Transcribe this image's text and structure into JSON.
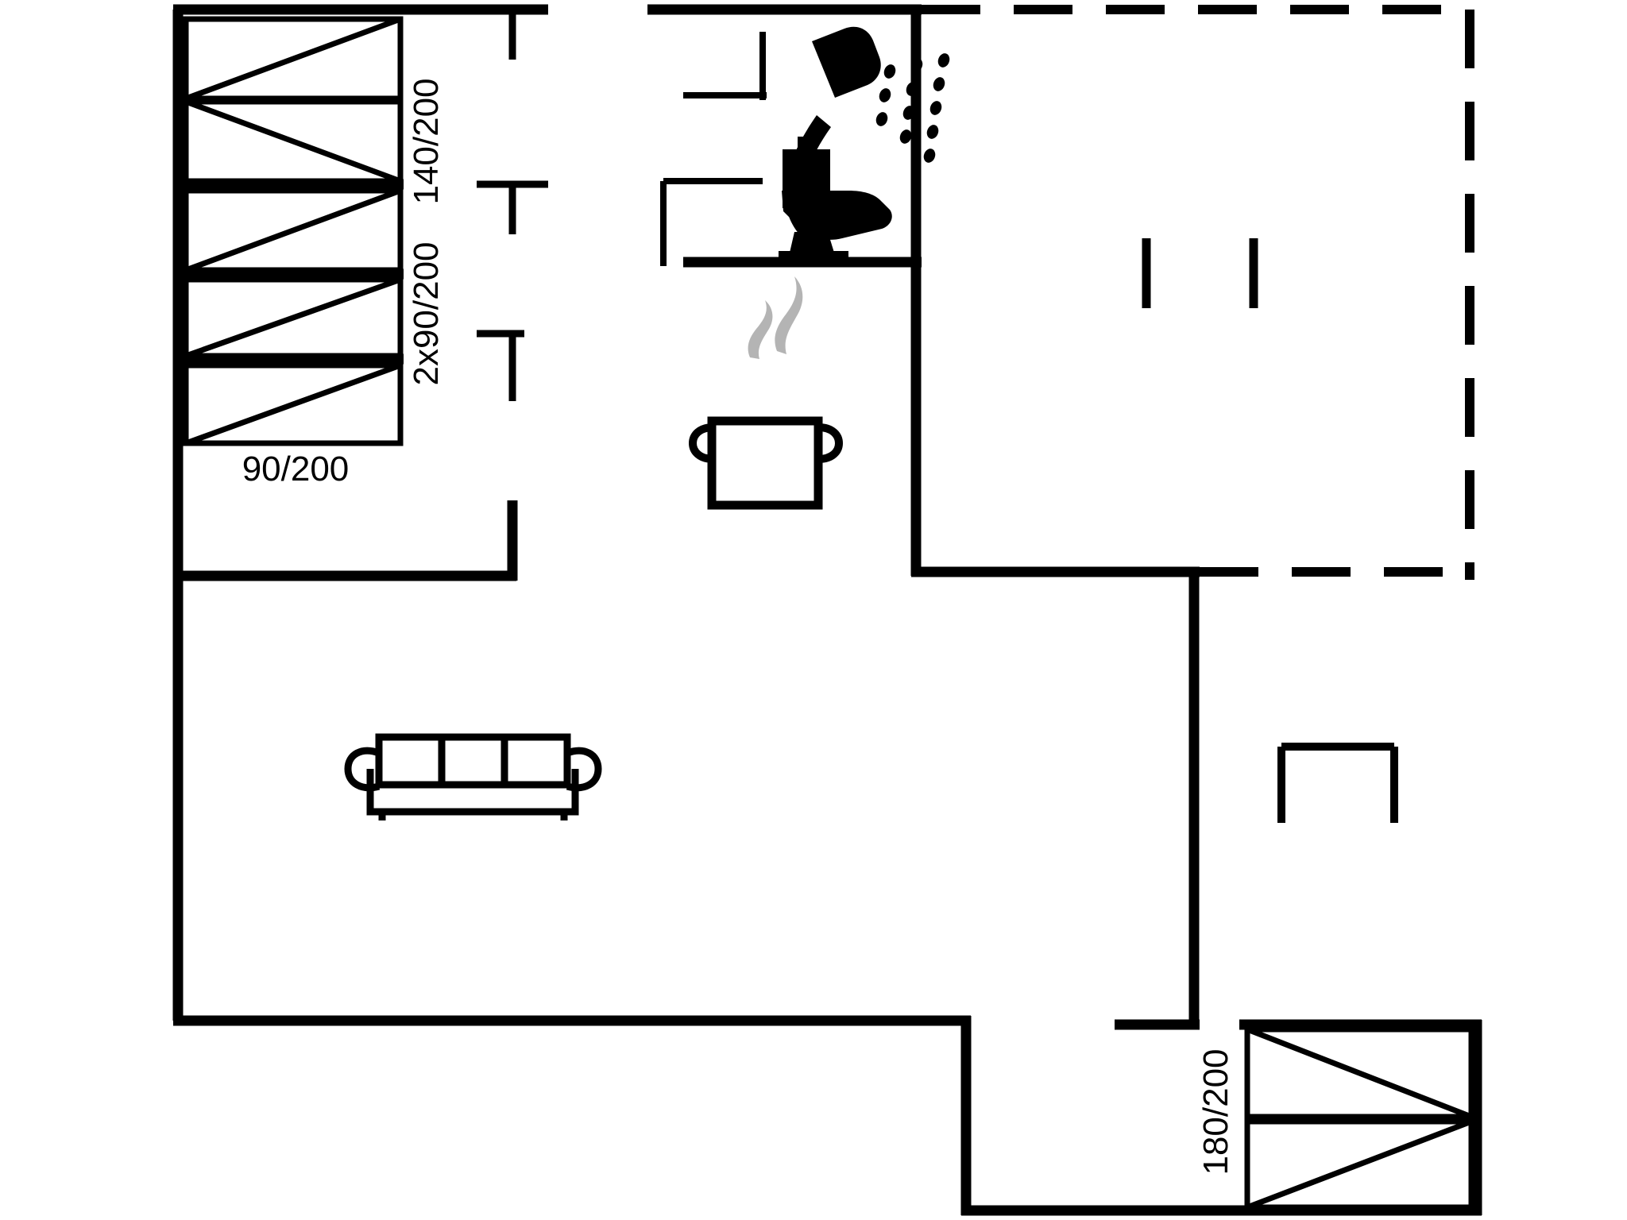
{
  "plan": {
    "title": "Holiday house floor plan",
    "type": "floor-plan",
    "colors": {
      "wall": "#000000",
      "thin_line": "#1a1a1a",
      "background": "#ffffff",
      "steam": "#b0b0b0"
    }
  },
  "labels": {
    "bed_140_200": "140/200",
    "bed_2x90_200": "2x90/200",
    "bed_90_200": "90/200",
    "bed_180_200": "180/200"
  },
  "icons": {
    "shower": "shower-icon",
    "toilet": "toilet-icon",
    "cooking_pot": "cooking-pot-icon",
    "sofa": "sofa-icon",
    "wardrobe": "wardrobe-icon",
    "terrace_posts": "terrace-post-icon"
  },
  "rooms": [
    {
      "name": "bedroom-upper-left",
      "label": "140/200",
      "beds": 2
    },
    {
      "name": "bedroom-mid-left",
      "label": "2x90/200",
      "beds": 2
    },
    {
      "name": "bedroom-lower-left",
      "label": "90/200",
      "beds": 1
    },
    {
      "name": "bathroom",
      "fixtures": [
        "shower-icon",
        "toilet-icon"
      ]
    },
    {
      "name": "kitchen",
      "fixtures": [
        "cooking-pot-icon"
      ]
    },
    {
      "name": "living-room",
      "fixtures": [
        "sofa-icon"
      ]
    },
    {
      "name": "bedroom-bottom-right",
      "label": "180/200",
      "beds": 1
    },
    {
      "name": "terrace",
      "fixtures": [
        "terrace-post-icon",
        "wardrobe-icon"
      ]
    }
  ]
}
